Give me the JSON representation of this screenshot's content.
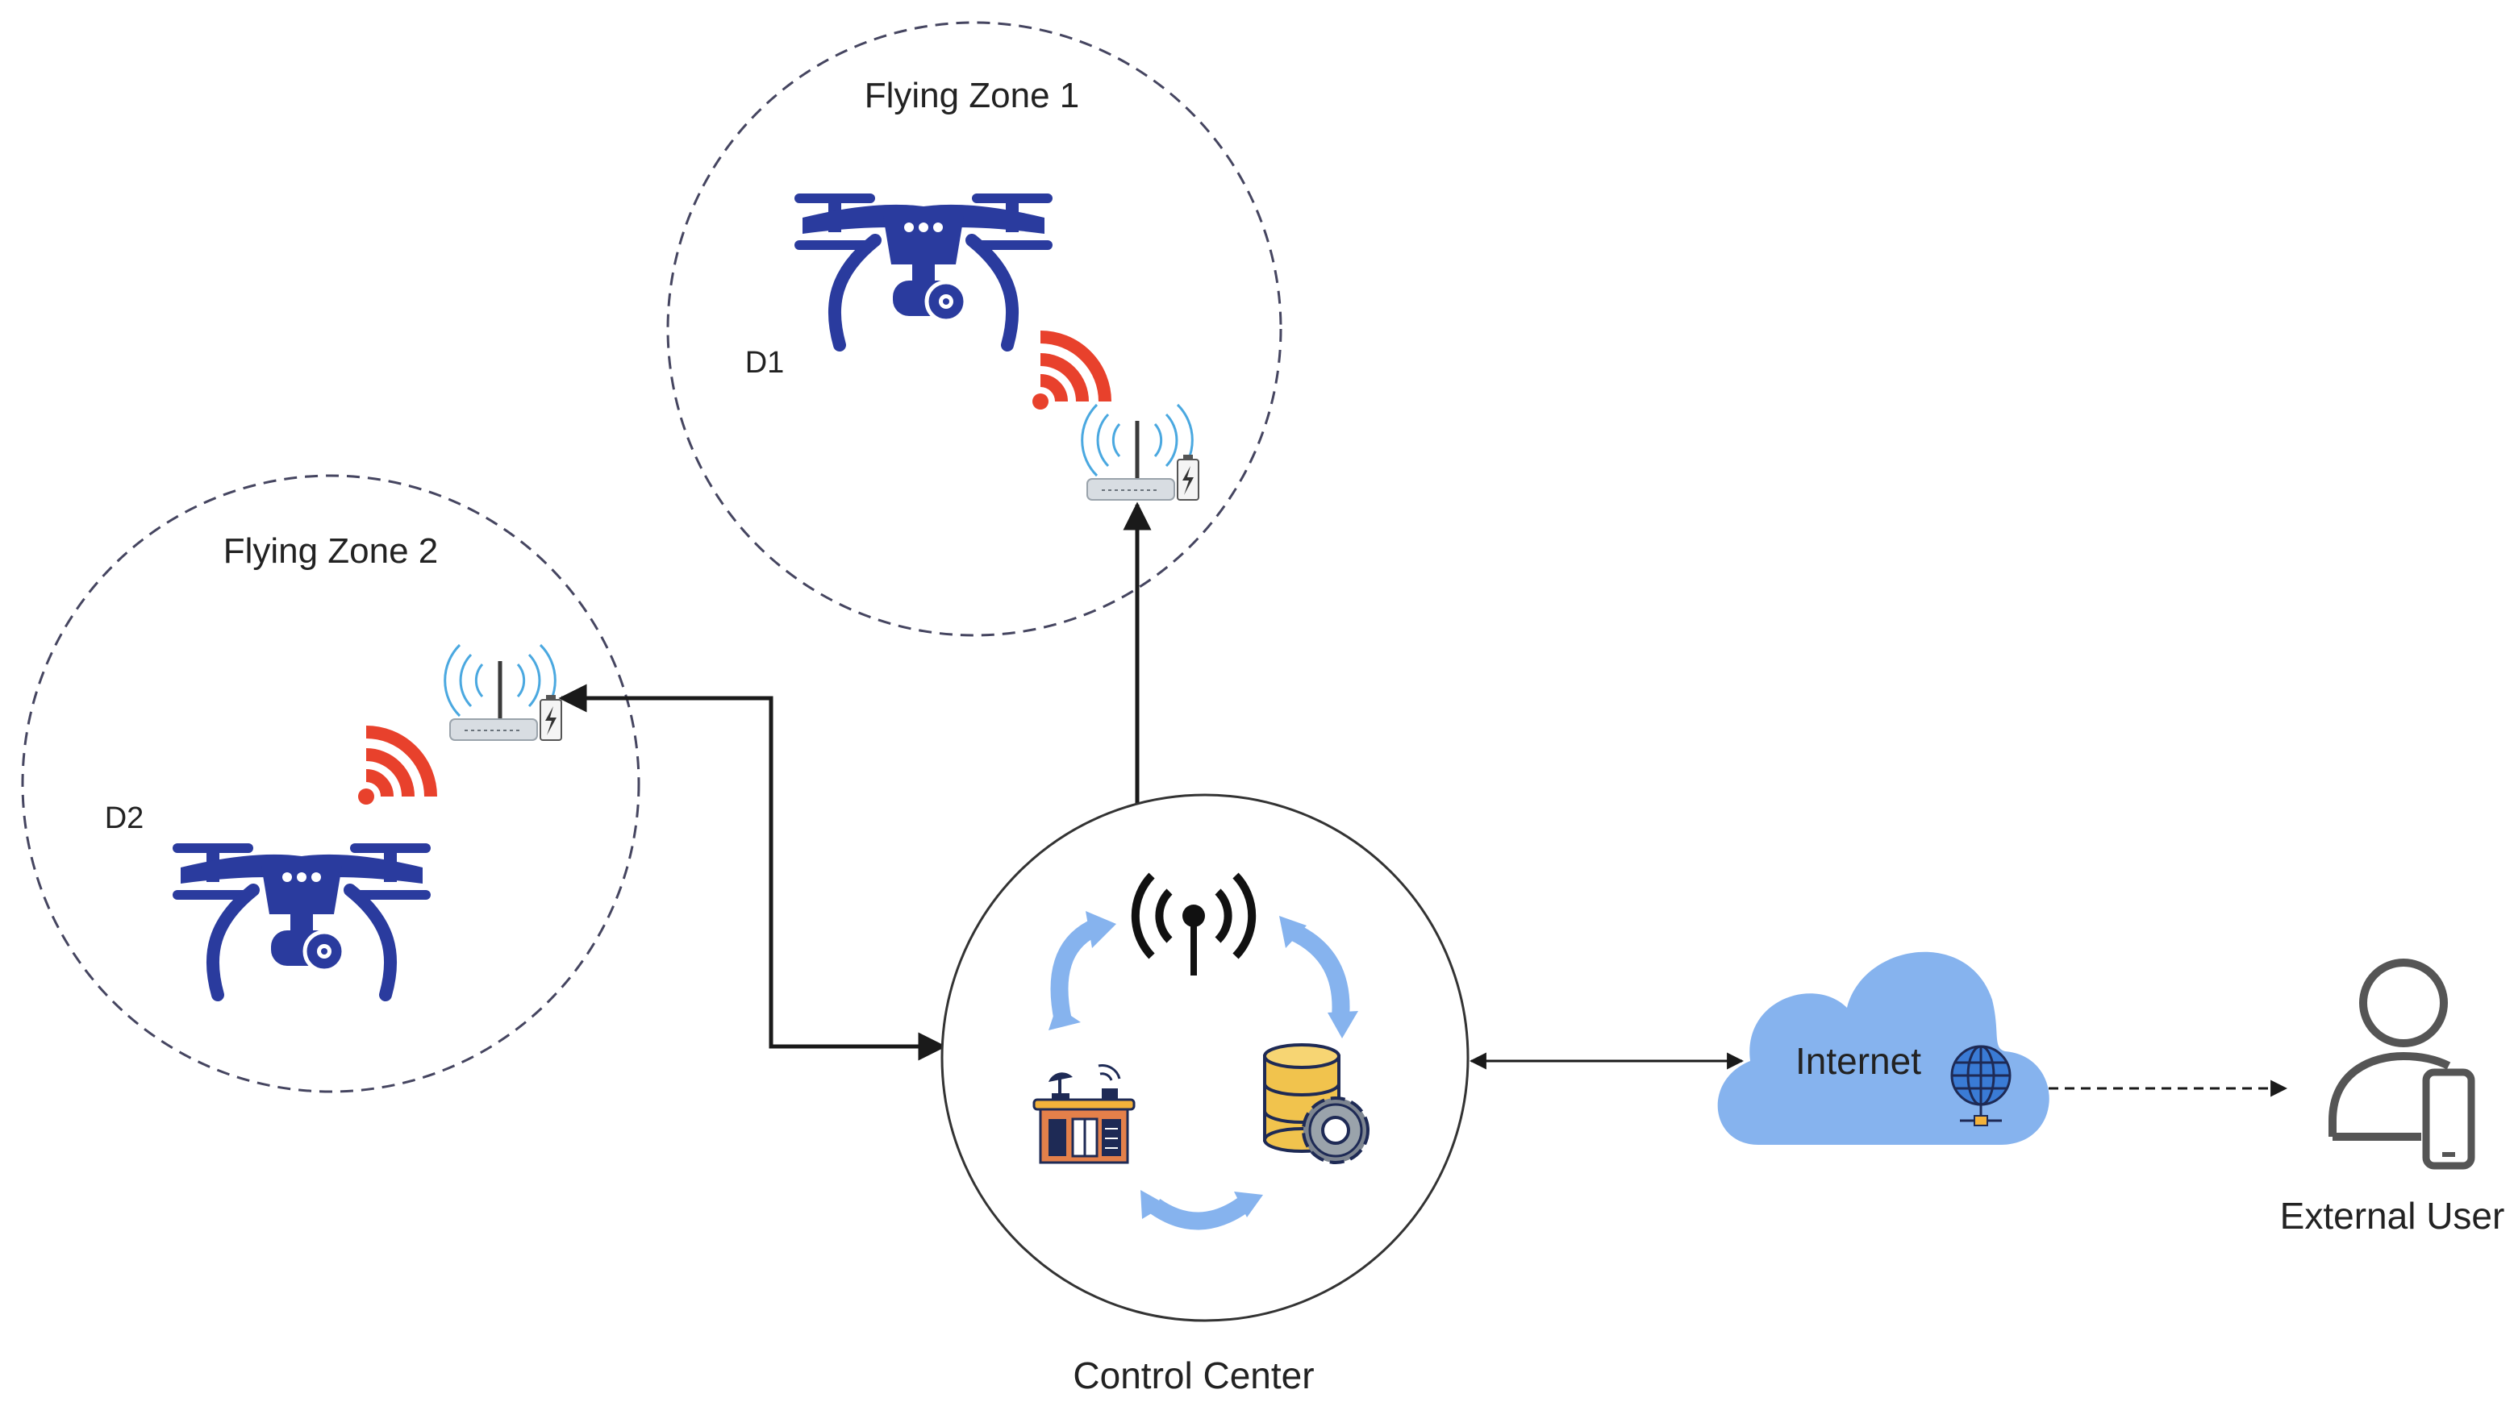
{
  "zones": [
    {
      "label": "Flying Zone 1",
      "drone_label": "D1"
    },
    {
      "label": "Flying Zone 2",
      "drone_label": "D2"
    }
  ],
  "control_center": {
    "label": "Control Center"
  },
  "internet": {
    "label": "Internet"
  },
  "external_user": {
    "label": "External User"
  },
  "colors": {
    "drone": "#2a3b9e",
    "signal_red": "#e8412c",
    "wifi_blue": "#4aa8e0",
    "cloud": "#86b3ee",
    "cycle_arrow": "#86b3ee",
    "dashed_border": "#454560",
    "line": "#1a1a1a"
  },
  "icons": [
    "drone-icon",
    "signal-waves-icon",
    "wifi-router-icon",
    "antenna-icon",
    "building-icon",
    "database-gear-icon",
    "globe-icon",
    "user-mobile-icon",
    "cloud-icon"
  ]
}
